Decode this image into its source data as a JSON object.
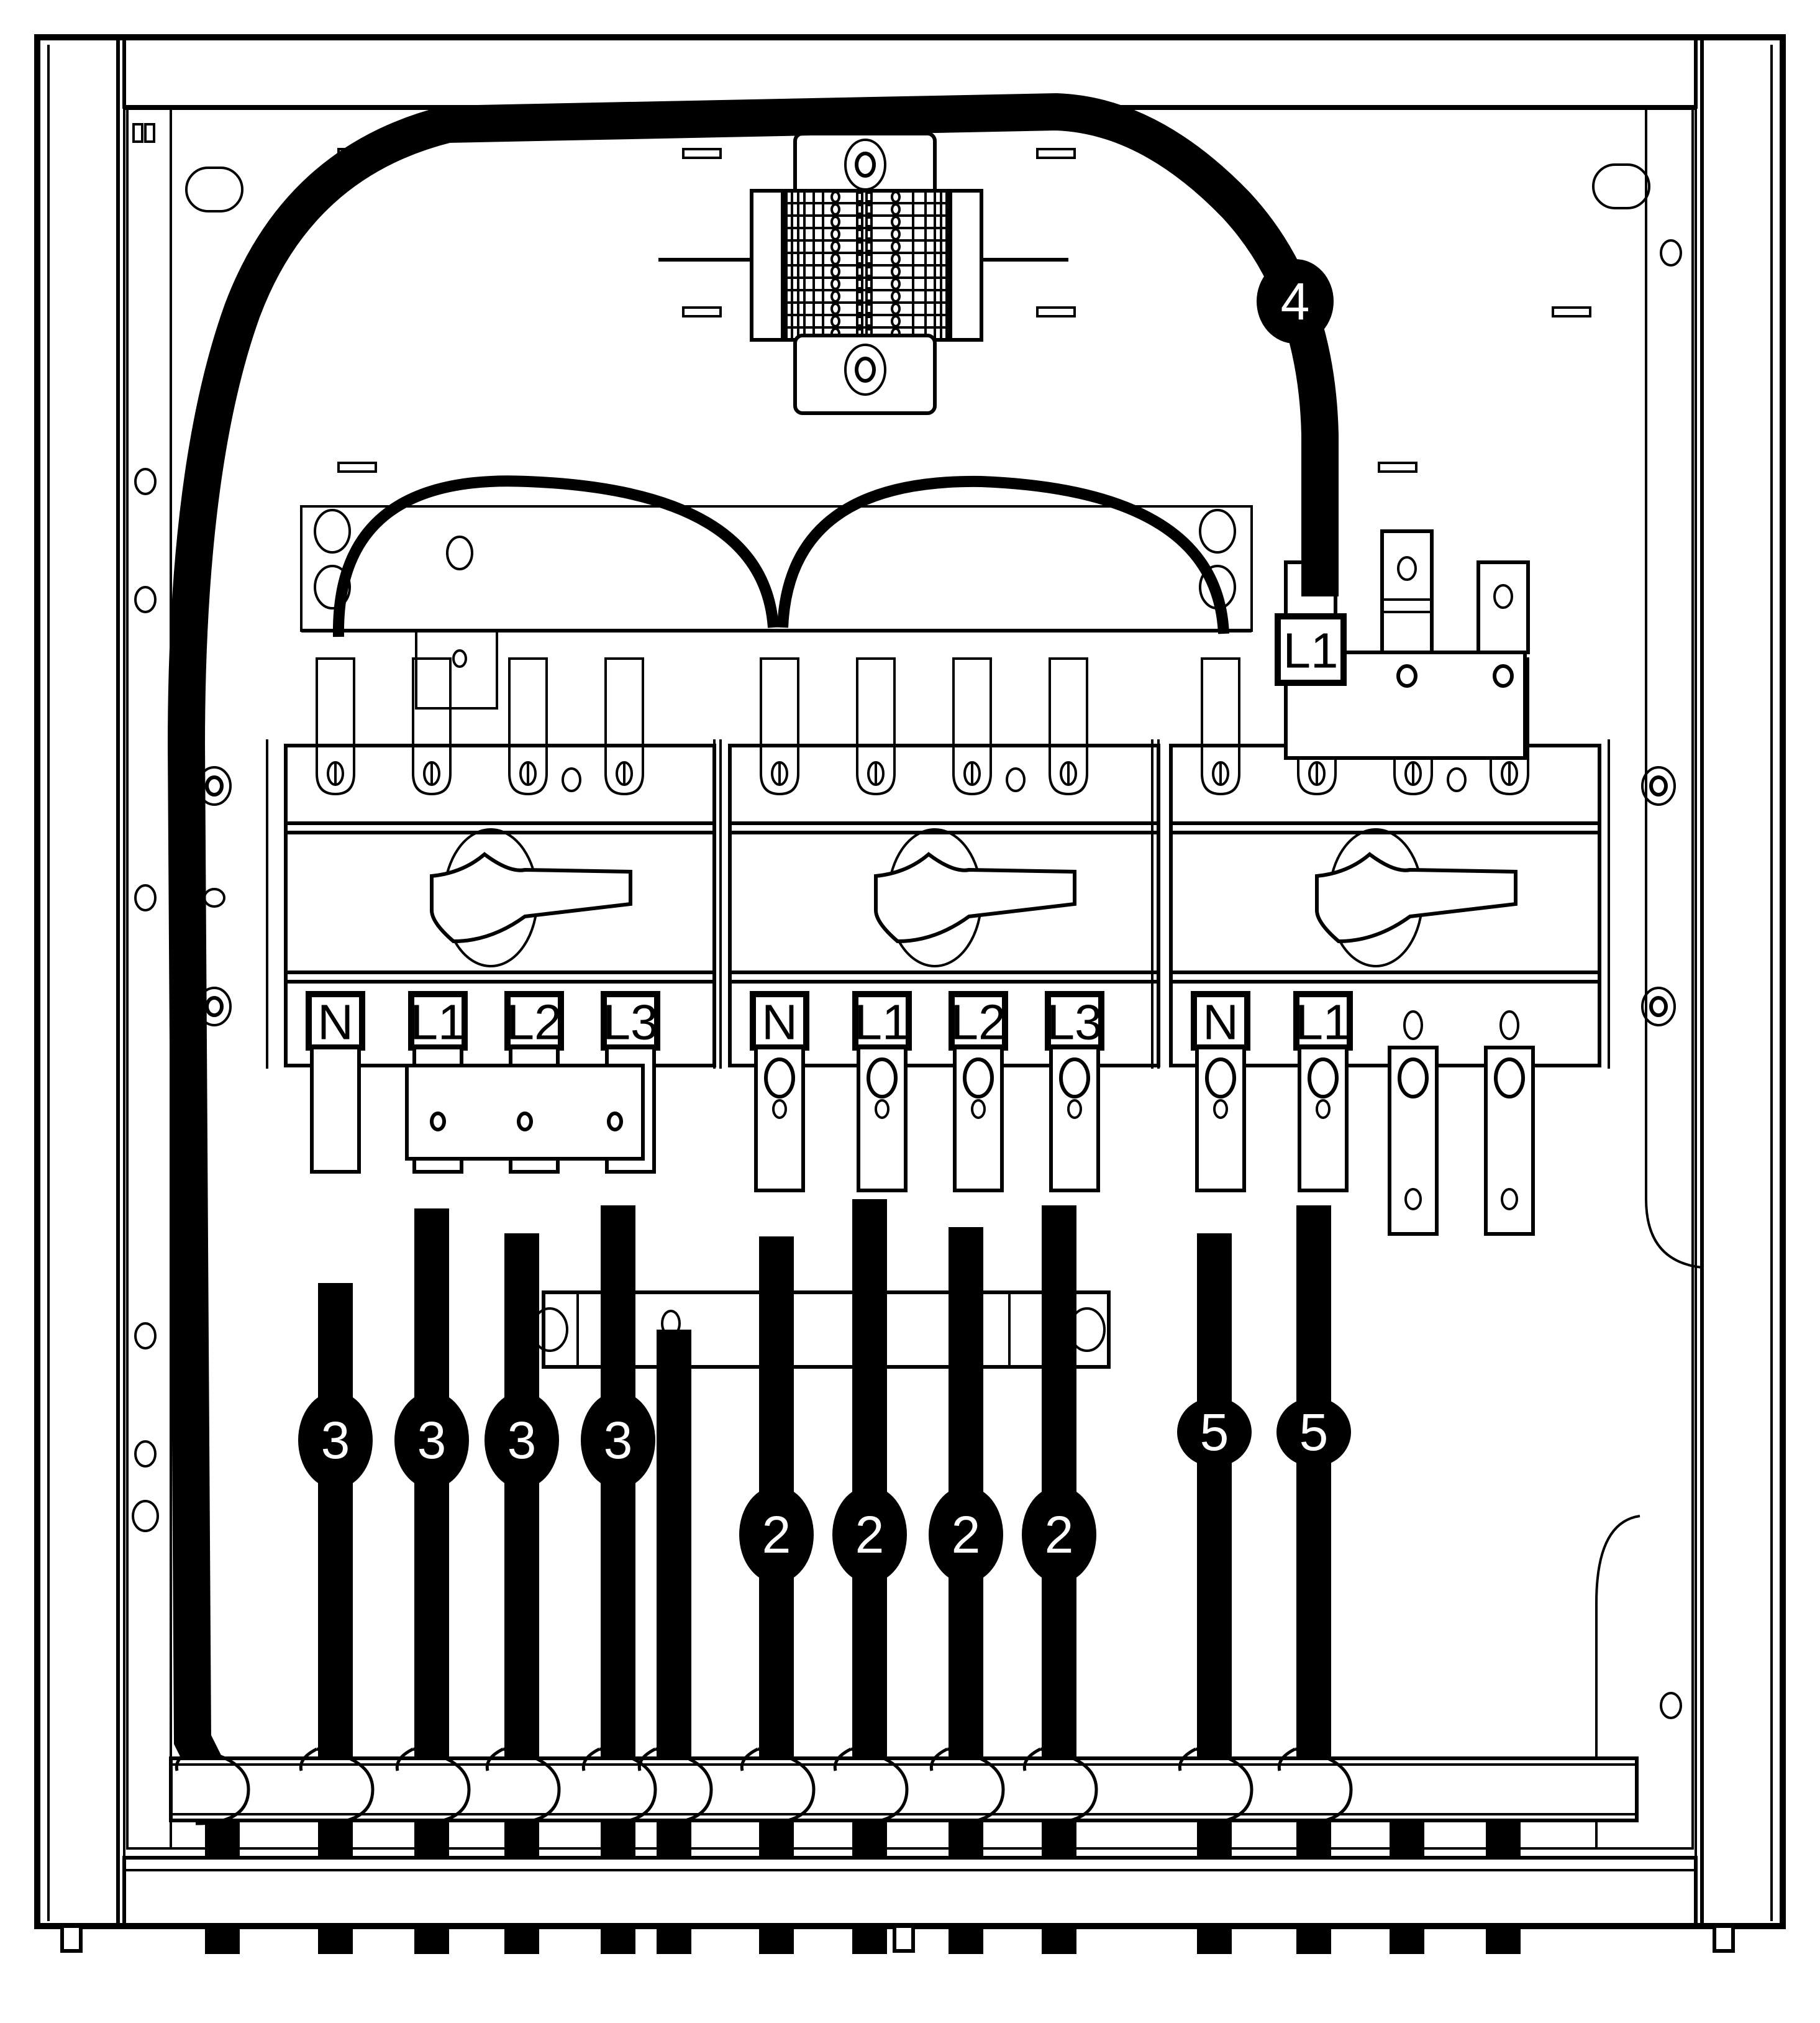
{
  "diagram": {
    "title": "Switch disconnector enclosure wiring",
    "switches": [
      {
        "id": "switch-1",
        "terminals": [
          "N",
          "L1",
          "L2",
          "L3"
        ]
      },
      {
        "id": "switch-2",
        "terminals": [
          "N",
          "L1",
          "L2",
          "L3"
        ]
      },
      {
        "id": "switch-3",
        "terminals": [
          "N",
          "L1"
        ]
      }
    ],
    "top_terminal_label": "L1",
    "callouts": {
      "switch1_cables": [
        "3",
        "3",
        "3",
        "3"
      ],
      "switch2_cables": [
        "2",
        "2",
        "2",
        "2"
      ],
      "switch3_cables": [
        "5",
        "5"
      ],
      "supply_cable": "4"
    }
  }
}
